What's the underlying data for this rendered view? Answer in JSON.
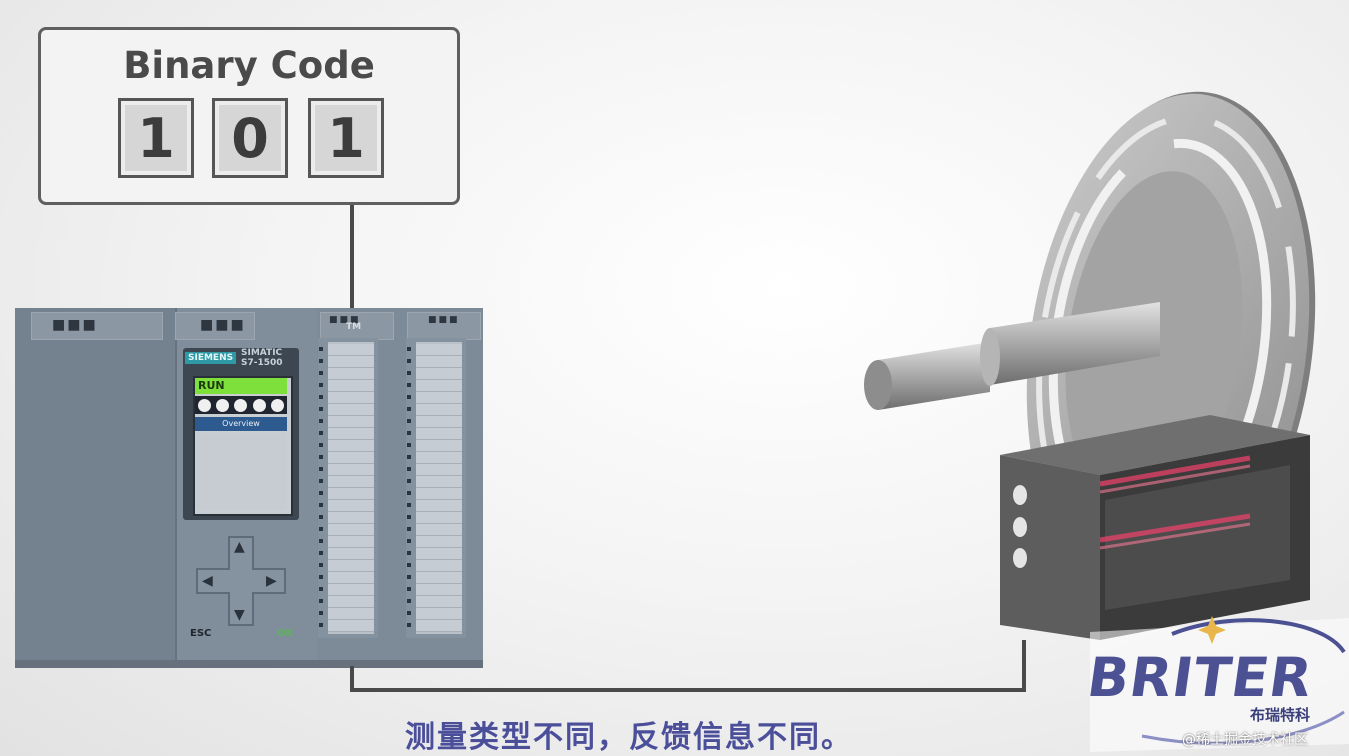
{
  "code_panel": {
    "title": "Binary Code",
    "bits": [
      "1",
      "0",
      "1"
    ]
  },
  "plc": {
    "brand": "SIEMENS",
    "model_line1": "SIMATIC",
    "model_line2": "S7-1500",
    "status": "RUN",
    "menu": "Overview",
    "esc_label": "ESC",
    "ok_label": "OK",
    "module_label": "TM"
  },
  "subtitle": "测量类型不同，反馈信息不同。",
  "logo": {
    "name": "BRITER",
    "subtext": "布瑞特科"
  },
  "watermark": "@稀土掘金技术社区",
  "colors": {
    "background": "#f4f4f4",
    "subtitle": "#4b4f9a",
    "plc_body": "#7d8a97",
    "run_indicator": "#7ee03b",
    "laser": "#e8426a"
  }
}
